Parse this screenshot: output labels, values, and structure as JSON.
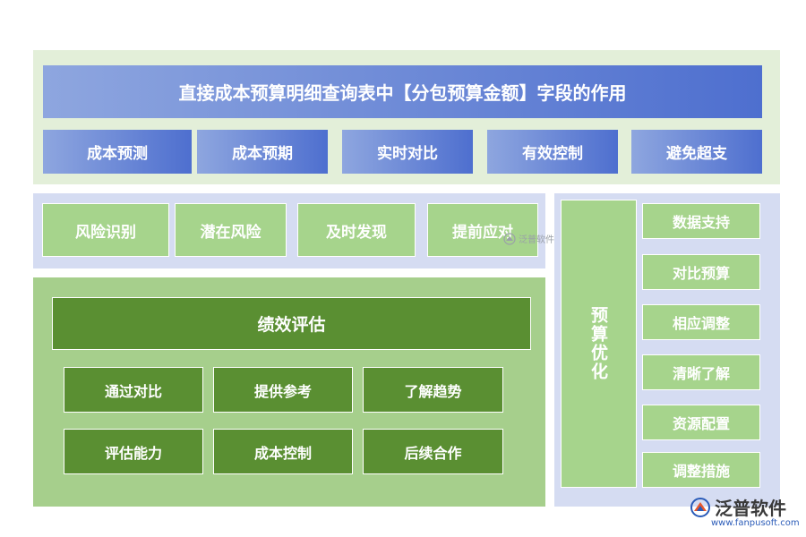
{
  "title": "直接成本预算明细查询表中【分包预算金额】字段的作用",
  "top_tabs": [
    "成本预测",
    "成本预期",
    "实时对比",
    "有效控制",
    "避免超支"
  ],
  "risk_items": [
    "风险识别",
    "潜在风险",
    "及时发现",
    "提前应对"
  ],
  "performance": {
    "title": "绩效评估",
    "row1": [
      "通过对比",
      "提供参考",
      "了解趋势"
    ],
    "row2": [
      "评估能力",
      "成本控制",
      "后续合作"
    ]
  },
  "budget_opt": {
    "label": "预算优化",
    "items": [
      "数据支持",
      "对比预算",
      "相应调整",
      "清晰了解",
      "资源配置",
      "调整措施"
    ]
  },
  "watermark": "泛普软件",
  "logo": {
    "name": "泛普软件",
    "url": "www.fanpusoft.com"
  },
  "colors": {
    "blue_gradient_start": "#8ea6df",
    "blue_gradient_end": "#4e6fcf",
    "green_light": "#a6d48c",
    "green_dark": "#5a8f32",
    "panel_green_bg": "#e3efd9",
    "panel_blue_bg": "#d5dcf2"
  }
}
